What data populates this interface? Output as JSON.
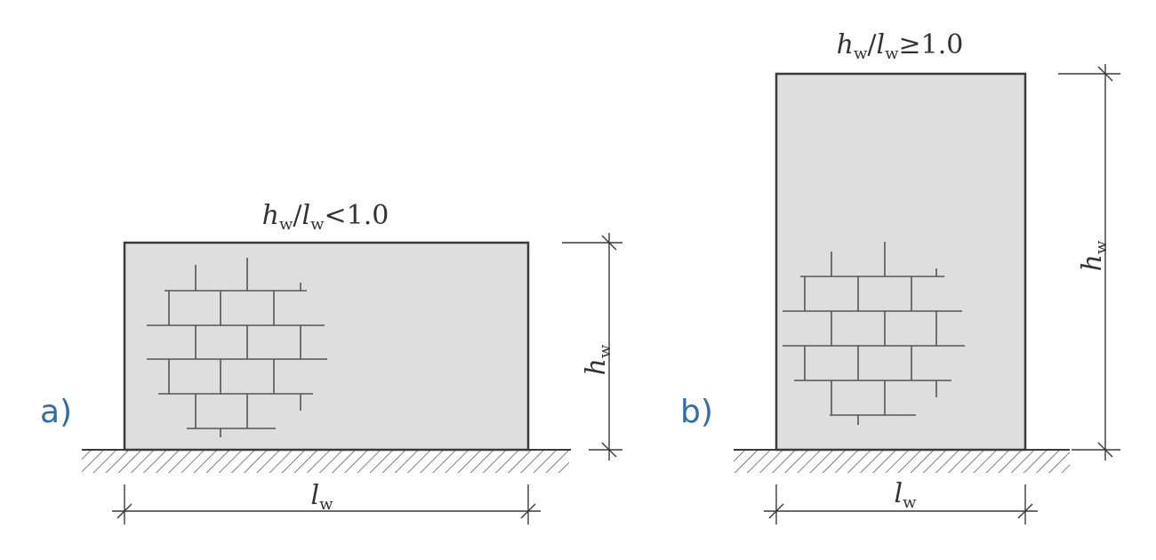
{
  "panel_a": {
    "letter": "a)",
    "ratio": {
      "h": "h",
      "h_sub": "w",
      "slash": "/",
      "l": "l",
      "l_sub": "w",
      "relation": "<1.0"
    },
    "height_dim": {
      "symbol": "h",
      "sub": "w"
    },
    "length_dim": {
      "symbol": "l",
      "sub": "w"
    }
  },
  "panel_b": {
    "letter": "b)",
    "ratio": {
      "h": "h",
      "h_sub": "w",
      "slash": "/",
      "l": "l",
      "l_sub": "w",
      "relation": "≥1.0"
    },
    "height_dim": {
      "symbol": "h",
      "sub": "w"
    },
    "length_dim": {
      "symbol": "l",
      "sub": "w"
    }
  },
  "colors": {
    "wall_fill": "#dedede",
    "outline": "#3a3a3a",
    "letter": "#2d6fae"
  }
}
